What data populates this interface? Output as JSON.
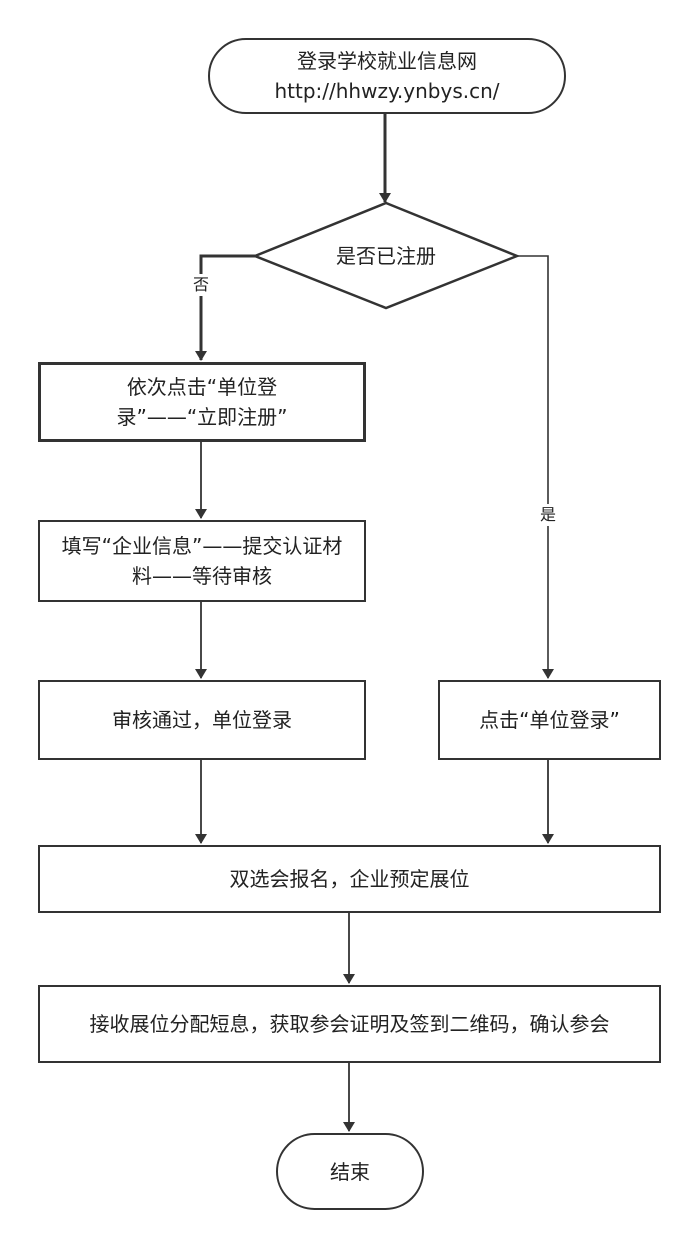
{
  "nodes": {
    "start": {
      "line1": "登录学校就业信息网",
      "line2": "http://hhwzy.ynbys.cn/"
    },
    "decision": "是否已注册",
    "register": "依次点击“单位登录”——“立即注册”",
    "fill_info": "填写“企业信息”——提交认证材料——等待审核",
    "approved": "审核通过，单位登录",
    "click_login": "点击“单位登录”",
    "signup": "双选会报名，企业预定展位",
    "confirm": "接收展位分配短息，获取参会证明及签到二维码，确认参会",
    "end": "结束"
  },
  "edges": {
    "no_label": "否",
    "yes_label": "是"
  },
  "colors": {
    "stroke": "#333333"
  }
}
